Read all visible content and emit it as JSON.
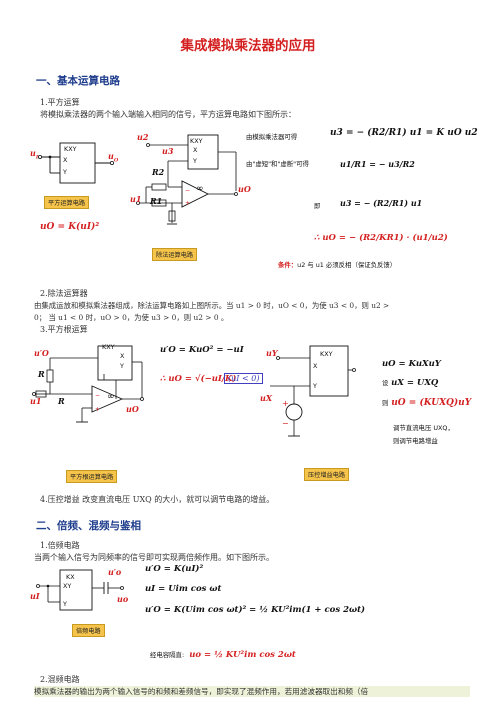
{
  "title": "集成模拟乘法器的应用",
  "sec1": {
    "heading": "一、基本运算电路",
    "s1_label": "1.平方运算",
    "s1_text": "将模拟乘法器的两个输入端输入相同的信号，平方运算电路如下图所示：",
    "fig_square": {
      "caption": "平方运算电路",
      "box": [
        "KXY",
        "X",
        "Y"
      ],
      "in": "u",
      "in_sub": "I",
      "out": "u",
      "out_sub": "O",
      "formula": "uO = K(uI)²"
    },
    "fig_div": {
      "caption": "除法运算电路",
      "box": [
        "KXY",
        "X",
        "Y"
      ],
      "labels": [
        "u2",
        "u3",
        "R2",
        "u1",
        "R1",
        "uO",
        "∞"
      ]
    },
    "div_eqs": {
      "line1_note": "由模拟乘法器可得",
      "line1": "u3 = − (R2/R1) u1 = K uO u2",
      "line2_note": "由\"虚短\"和\"虚断\"可得",
      "line2": "u1/R1 = − u3/R2",
      "line3_note": "即",
      "line3": "u3 = − (R2/R1) u1",
      "line4": "∴ uO = − (R2/KR1) · (u1/u2)",
      "cond_label": "条件：",
      "cond_text": "u2 与 u1 必须反相（保证负反馈）"
    },
    "s2_label": "2.除法运算器",
    "s2_text1": "由集成运放和模拟乘法器组成，除法运算电路如上图所示。当 u1 > 0 时，uO < 0，为使  u3 < 0，则 u2 >",
    "s2_text2": "0；   当 u1 < 0 时，uO > 0，为使  u3 > 0，则 u2 > 0   。",
    "s3_label": "3.平方根运算",
    "fig_sqrt": {
      "caption": "平方根运算电路",
      "box": [
        "KXY",
        "X",
        "Y"
      ],
      "labels": [
        "u′O",
        "R",
        "u1",
        "R",
        "uO",
        "∞"
      ],
      "eq1": "u′O = KuO² = −uI",
      "eq2": "∴ uO = √(−uI/K)",
      "eq2_cond": "(uI < 0)"
    },
    "fig_gain": {
      "caption": "压控增益电路",
      "box": [
        "KXY",
        "X",
        "Y"
      ],
      "labels": [
        "uY",
        "uX",
        "uO"
      ],
      "eq1": "uO = KuXuY",
      "eq2_pre": "设",
      "eq2": "uX = UXQ",
      "eq3_pre": "则",
      "eq3": "uO = (KUXQ)uY",
      "note1": "调节直流电压 UXQ，",
      "note2": "则调节电路增益"
    },
    "s4": "4.压控增益     改变直流电压 UXQ 的大小，就可以调节电路的增益。"
  },
  "sec2": {
    "heading": "二、倍频、混频与鉴相",
    "s1_label": "1.倍频电路",
    "s1_text": "当两个输入信号为同频率的信号即可实现两倍频作用。如下图所示。",
    "fig_freq": {
      "caption": "倍频电路",
      "box": [
        "KX",
        "XY",
        "Y"
      ],
      "labels": [
        "u′o",
        "uI",
        "uo"
      ],
      "eq1": "u′O = K(uI)²",
      "eq2": "uI = Uim cos ωt",
      "eq3": "u′O = K(Uim cos ωt)² = ½ KU²im(1 + cos 2ωt)",
      "eq4_pre": "经电容隔直:",
      "eq4": "uo = ½ KU²im cos 2ωt"
    },
    "s2_label": "2.混频电路",
    "s2_text": "模拟乘法器的输出为两个输入信号的和频和差频信号，即实现了混频作用，若用滤波器取出和频（倍"
  }
}
